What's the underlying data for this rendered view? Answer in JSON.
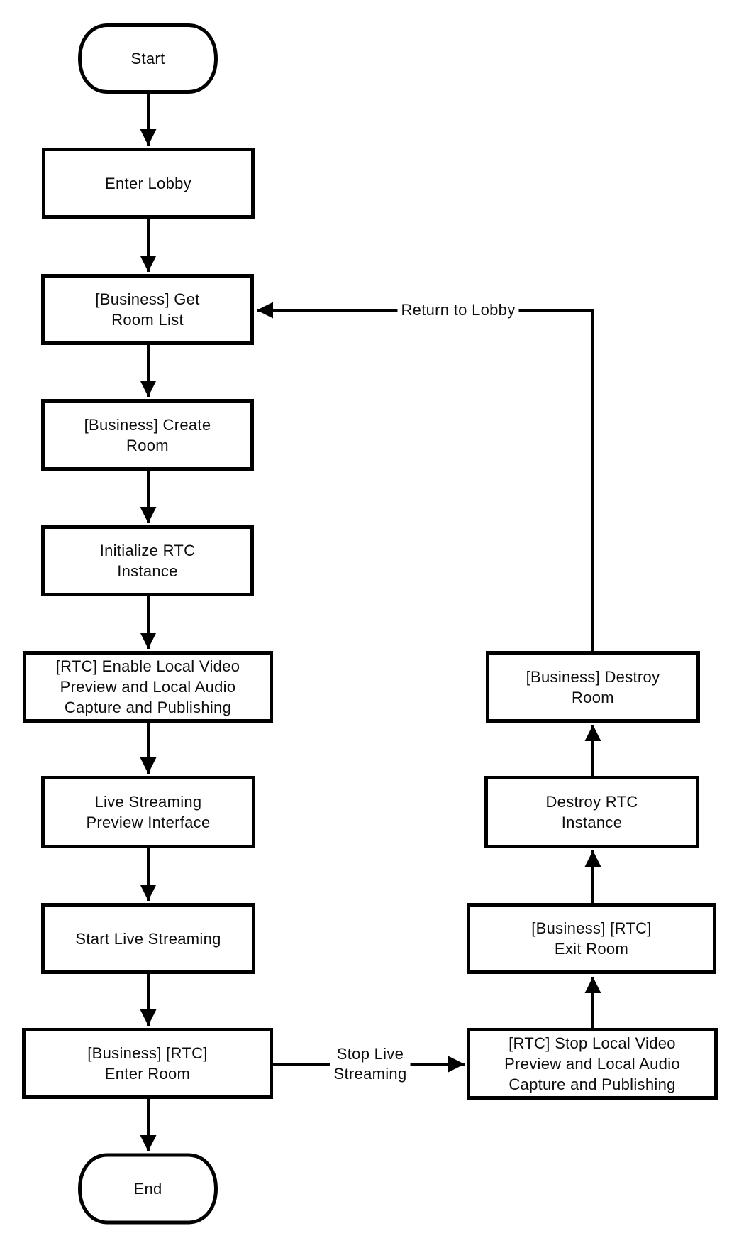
{
  "diagram": {
    "type": "flowchart",
    "colors": {
      "line": "#000000",
      "node_border": "#000000",
      "node_fill": "#ffffff",
      "text": "#0d0d0d",
      "background": "#ffffff"
    },
    "nodes": {
      "start": {
        "label": "Start",
        "shape": "terminator"
      },
      "enter_lobby": {
        "label": "Enter Lobby",
        "shape": "rect"
      },
      "get_room_list": {
        "label": "[Business] Get\nRoom List",
        "shape": "rect"
      },
      "create_room": {
        "label": "[Business] Create\nRoom",
        "shape": "rect"
      },
      "init_rtc": {
        "label": "Initialize RTC\nInstance",
        "shape": "rect"
      },
      "enable_local_media": {
        "label": "[RTC] Enable Local Video\nPreview and Local Audio\nCapture and Publishing",
        "shape": "rect"
      },
      "live_preview_interface": {
        "label": "Live Streaming\nPreview Interface",
        "shape": "rect"
      },
      "start_live_streaming": {
        "label": "Start Live Streaming",
        "shape": "rect"
      },
      "enter_room": {
        "label": "[Business] [RTC]\nEnter Room",
        "shape": "rect"
      },
      "end": {
        "label": "End",
        "shape": "terminator"
      },
      "destroy_room": {
        "label": "[Business] Destroy\nRoom",
        "shape": "rect"
      },
      "destroy_rtc": {
        "label": "Destroy RTC\nInstance",
        "shape": "rect"
      },
      "exit_room": {
        "label": "[Business] [RTC]\nExit Room",
        "shape": "rect"
      },
      "stop_local_media": {
        "label": "[RTC] Stop Local Video\nPreview and Local Audio\nCapture and Publishing",
        "shape": "rect"
      }
    },
    "edge_labels": {
      "return_to_lobby": "Return to Lobby",
      "stop_live_streaming": "Stop Live\nStreaming"
    },
    "edges": [
      {
        "from": "start",
        "to": "enter_lobby",
        "label": ""
      },
      {
        "from": "enter_lobby",
        "to": "get_room_list",
        "label": ""
      },
      {
        "from": "get_room_list",
        "to": "create_room",
        "label": ""
      },
      {
        "from": "create_room",
        "to": "init_rtc",
        "label": ""
      },
      {
        "from": "init_rtc",
        "to": "enable_local_media",
        "label": ""
      },
      {
        "from": "enable_local_media",
        "to": "live_preview_interface",
        "label": ""
      },
      {
        "from": "live_preview_interface",
        "to": "start_live_streaming",
        "label": ""
      },
      {
        "from": "start_live_streaming",
        "to": "enter_room",
        "label": ""
      },
      {
        "from": "enter_room",
        "to": "end",
        "label": ""
      },
      {
        "from": "enter_room",
        "to": "stop_local_media",
        "label": "Stop Live Streaming"
      },
      {
        "from": "stop_local_media",
        "to": "exit_room",
        "label": ""
      },
      {
        "from": "exit_room",
        "to": "destroy_rtc",
        "label": ""
      },
      {
        "from": "destroy_rtc",
        "to": "destroy_room",
        "label": ""
      },
      {
        "from": "destroy_room",
        "to": "get_room_list",
        "label": "Return to Lobby"
      }
    ]
  }
}
